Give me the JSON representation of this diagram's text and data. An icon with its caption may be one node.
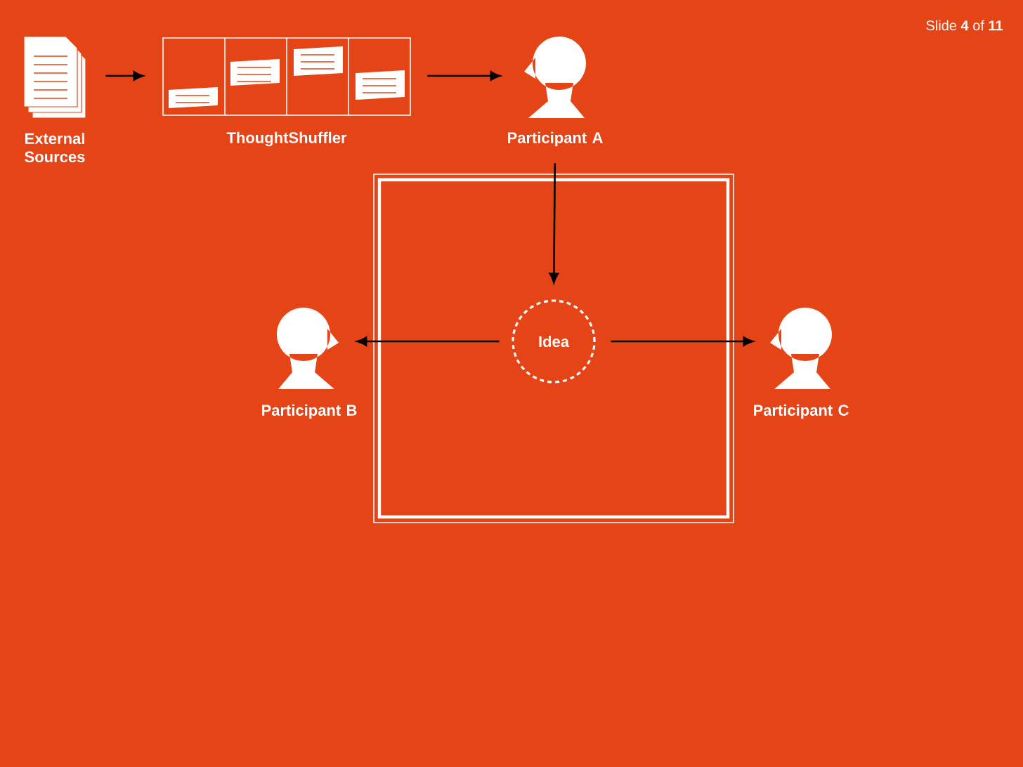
{
  "diagram": {
    "nodes": [
      {
        "text": [
          "External Sources"
        ]
      },
      {
        "text": [
          "ThoughtShuffler"
        ]
      },
      {
        "text": [
          "Participant A"
        ]
      },
      {
        "text": [],
        "shape": "box"
      },
      {
        "text": [
          "Idea"
        ],
        "in": 3
      },
      {
        "text": [
          "Participant B"
        ]
      },
      {
        "text": [
          "Participant C"
        ]
      }
    ],
    "edges": [
      {
        "from": 0,
        "to": 1,
        "arrow": "to"
      },
      {
        "from": 1,
        "to": 2,
        "arrow": "to"
      },
      {
        "from": 2,
        "to": 4,
        "arrow": "to"
      },
      {
        "from": 4,
        "to": 5,
        "arrow": "to"
      },
      {
        "from": 4,
        "to": 6,
        "arrow": "to"
      }
    ],
    "labels": [
      "Slide **4** of **11**"
    ]
  }
}
